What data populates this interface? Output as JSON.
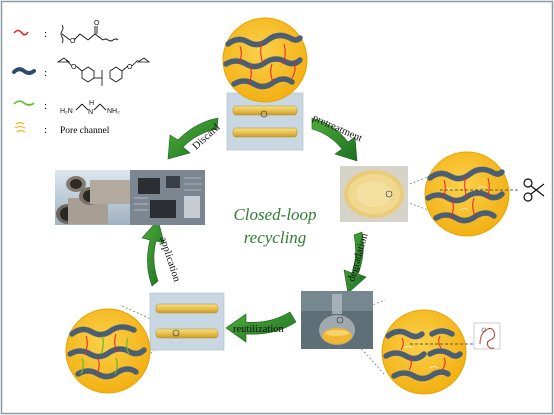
{
  "title_line1": "Closed-loop",
  "title_line2": "recycling",
  "legend": {
    "colon": ":",
    "pore_channel": "Pore channel",
    "amine_formula_left": "H₂N",
    "amine_formula_mid": "N",
    "amine_formula_h": "H",
    "amine_formula_right": "NH₂"
  },
  "steps": {
    "discard": "Discard",
    "pretreatment": "pretreatment",
    "degradation": "degradation",
    "reutilization": "reutilization",
    "application": "application"
  },
  "colors": {
    "disk_fill": "#f7bd1f",
    "disk_edge": "#e8a400",
    "chain_fill": "#4a5f73",
    "crosslink": "#e8242a",
    "amine": "#66bb2a",
    "arrow_green": "#2a8a2a",
    "title_green": "#2e7d32",
    "frame_border": "#8a9aa6"
  },
  "icons": [
    "scissors-icon",
    "enzyme-hook-icon"
  ]
}
